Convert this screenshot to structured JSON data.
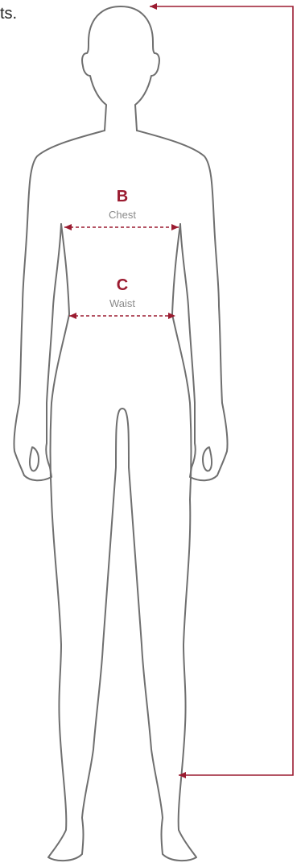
{
  "intro_text_fragment": "ts.",
  "accent_color": "#9b1b30",
  "measurements": [
    {
      "letter": "B",
      "label": "Chest"
    },
    {
      "letter": "C",
      "label": "Waist"
    }
  ]
}
